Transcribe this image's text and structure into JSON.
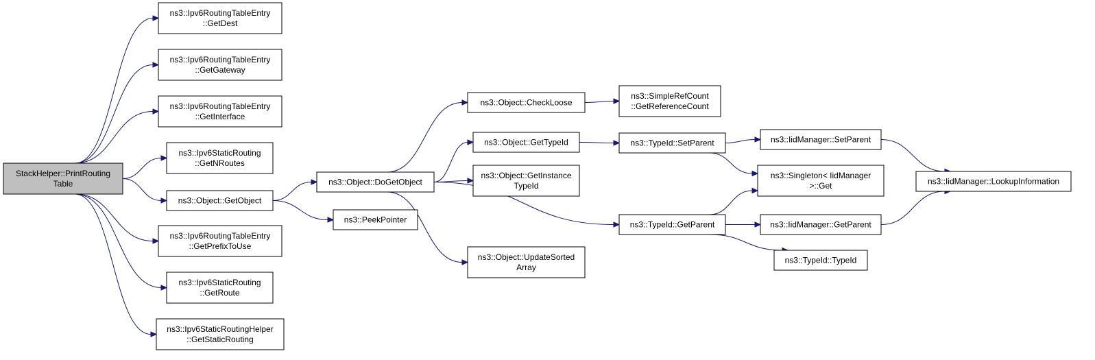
{
  "graph": {
    "nodes": [
      {
        "id": "root",
        "lines": [
          "StackHelper::PrintRouting",
          "Table"
        ],
        "root": true
      },
      {
        "id": "getdest",
        "lines": [
          "ns3::Ipv6RoutingTableEntry",
          "::GetDest"
        ]
      },
      {
        "id": "getgateway",
        "lines": [
          "ns3::Ipv6RoutingTableEntry",
          "::GetGateway"
        ]
      },
      {
        "id": "getinterface",
        "lines": [
          "ns3::Ipv6RoutingTableEntry",
          "::GetInterface"
        ]
      },
      {
        "id": "getnroutes",
        "lines": [
          "ns3::Ipv6StaticRouting",
          "::GetNRoutes"
        ]
      },
      {
        "id": "getobject",
        "lines": [
          "ns3::Object::GetObject"
        ]
      },
      {
        "id": "getprefixtouse",
        "lines": [
          "ns3::Ipv6RoutingTableEntry",
          "::GetPrefixToUse"
        ]
      },
      {
        "id": "getroute",
        "lines": [
          "ns3::Ipv6StaticRouting",
          "::GetRoute"
        ]
      },
      {
        "id": "getstaticrouting",
        "lines": [
          "ns3::Ipv6StaticRoutingHelper",
          "::GetStaticRouting"
        ]
      },
      {
        "id": "dogetobject",
        "lines": [
          "ns3::Object::DoGetObject"
        ]
      },
      {
        "id": "peekpointer",
        "lines": [
          "ns3::PeekPointer"
        ]
      },
      {
        "id": "checkloose",
        "lines": [
          "ns3::Object::CheckLoose"
        ]
      },
      {
        "id": "gettypeid",
        "lines": [
          "ns3::Object::GetTypeId"
        ]
      },
      {
        "id": "getinstancetypeid",
        "lines": [
          "ns3::Object::GetInstance",
          "TypeId"
        ]
      },
      {
        "id": "updatesortedarray",
        "lines": [
          "ns3::Object::UpdateSorted",
          "Array"
        ]
      },
      {
        "id": "getreferencecount",
        "lines": [
          "ns3::SimpleRefCount",
          "::GetReferenceCount"
        ]
      },
      {
        "id": "typeid_setparent",
        "lines": [
          "ns3::TypeId::SetParent"
        ]
      },
      {
        "id": "typeid_getparent",
        "lines": [
          "ns3::TypeId::GetParent"
        ]
      },
      {
        "id": "iid_setparent",
        "lines": [
          "ns3::IidManager::SetParent"
        ]
      },
      {
        "id": "singleton_get",
        "lines": [
          "ns3::Singleton< IidManager",
          ">::Get"
        ]
      },
      {
        "id": "iid_getparent",
        "lines": [
          "ns3::IidManager::GetParent"
        ]
      },
      {
        "id": "typeid_typeid",
        "lines": [
          "ns3::TypeId::TypeId"
        ]
      },
      {
        "id": "lookupinformation",
        "lines": [
          "ns3::IidManager::LookupInformation"
        ]
      }
    ],
    "edges": [
      [
        "root",
        "getdest"
      ],
      [
        "root",
        "getgateway"
      ],
      [
        "root",
        "getinterface"
      ],
      [
        "root",
        "getnroutes"
      ],
      [
        "root",
        "getobject"
      ],
      [
        "root",
        "getprefixtouse"
      ],
      [
        "root",
        "getroute"
      ],
      [
        "root",
        "getstaticrouting"
      ],
      [
        "getobject",
        "dogetobject"
      ],
      [
        "getobject",
        "peekpointer"
      ],
      [
        "dogetobject",
        "checkloose"
      ],
      [
        "dogetobject",
        "gettypeid"
      ],
      [
        "dogetobject",
        "getinstancetypeid"
      ],
      [
        "dogetobject",
        "typeid_getparent"
      ],
      [
        "dogetobject",
        "updatesortedarray"
      ],
      [
        "checkloose",
        "getreferencecount"
      ],
      [
        "gettypeid",
        "typeid_setparent"
      ],
      [
        "typeid_setparent",
        "iid_setparent"
      ],
      [
        "typeid_setparent",
        "singleton_get"
      ],
      [
        "iid_setparent",
        "lookupinformation"
      ],
      [
        "typeid_getparent",
        "singleton_get"
      ],
      [
        "typeid_getparent",
        "iid_getparent"
      ],
      [
        "typeid_getparent",
        "typeid_typeid"
      ],
      [
        "iid_getparent",
        "lookupinformation"
      ]
    ]
  }
}
